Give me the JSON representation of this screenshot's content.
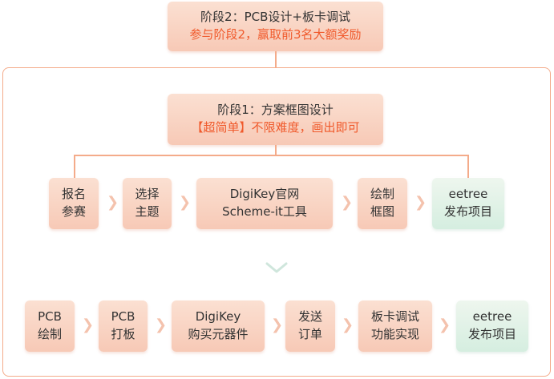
{
  "stage2": {
    "title": "阶段2：PCB设计+板卡调试",
    "subtitle": "参与阶段2，赢取前3名大额奖励"
  },
  "stage1": {
    "title": "阶段1：方案框图设计",
    "subtitle": "【超简单】不限难度，画出即可"
  },
  "row1": [
    {
      "line1": "报名",
      "line2": "参赛"
    },
    {
      "line1": "选择",
      "line2": "主题"
    },
    {
      "line1": "DigiKey官网",
      "line2": "Scheme-it工具"
    },
    {
      "line1": "绘制",
      "line2": "框图"
    },
    {
      "line1": "eetree",
      "line2": "发布项目"
    }
  ],
  "row2": [
    {
      "line1": "PCB",
      "line2": "绘制"
    },
    {
      "line1": "PCB",
      "line2": "打板"
    },
    {
      "line1": "DigiKey",
      "line2": "购买元器件"
    },
    {
      "line1": "发送",
      "line2": "订单"
    },
    {
      "line1": "板卡调试",
      "line2": "功能实现"
    },
    {
      "line1": "eetree",
      "line2": "发布项目"
    }
  ],
  "icons": {
    "arrow": "chevron-right-icon",
    "down": "chevron-down-icon"
  },
  "colors": {
    "accent": "#f05a2c",
    "border": "#f4ab8a",
    "peach": "#f7c9b6",
    "mint": "#d5eee0"
  }
}
